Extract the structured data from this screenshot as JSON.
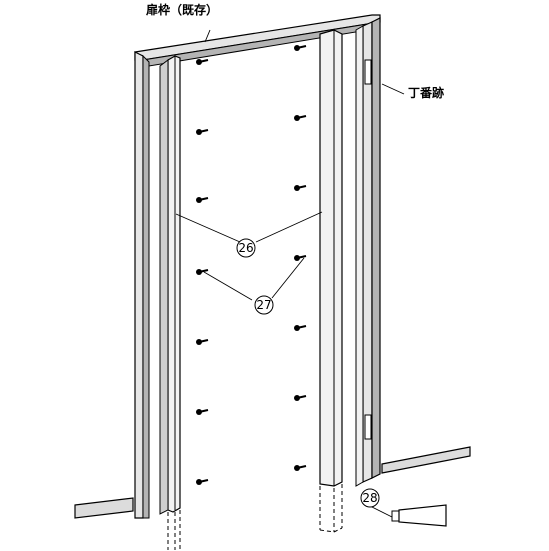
{
  "labels": {
    "frame": "扉枠（既存）",
    "hinge": "丁番跡"
  },
  "callouts": {
    "c26": "26",
    "c27": "27",
    "c28": "28"
  },
  "colors": {
    "line": "#000000",
    "frame_face": "#e6e6e6",
    "frame_shadow": "#b4b4b4",
    "wall": "#dcdcdc"
  },
  "screw_count": 14
}
